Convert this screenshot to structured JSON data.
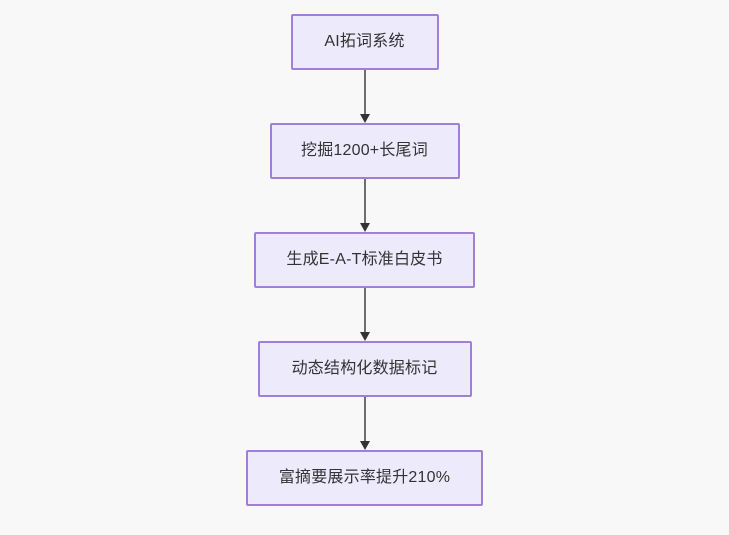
{
  "diagram": {
    "type": "flowchart",
    "orientation": "top-to-bottom",
    "background_color": "#f8f8f8",
    "node_fill_color": "#ECEAFB",
    "node_border_color": "#9f7fd8",
    "node_text_color": "#333333",
    "connector_line_color": "#6e6e6e",
    "connector_arrow_color": "#333333",
    "nodes": [
      {
        "id": "node-1",
        "label": "AI拓词系统"
      },
      {
        "id": "node-2",
        "label": "挖掘1200+长尾词"
      },
      {
        "id": "node-3",
        "label": "生成E-A-T标准白皮书"
      },
      {
        "id": "node-4",
        "label": "动态结构化数据标记"
      },
      {
        "id": "node-5",
        "label": "富摘要展示率提升210%"
      }
    ],
    "edges": [
      {
        "id": "edge-1",
        "from": "node-1",
        "to": "node-2",
        "arrow": "down-arrow-icon"
      },
      {
        "id": "edge-2",
        "from": "node-2",
        "to": "node-3",
        "arrow": "down-arrow-icon"
      },
      {
        "id": "edge-3",
        "from": "node-3",
        "to": "node-4",
        "arrow": "down-arrow-icon"
      },
      {
        "id": "edge-4",
        "from": "node-4",
        "to": "node-5",
        "arrow": "down-arrow-icon"
      }
    ]
  }
}
